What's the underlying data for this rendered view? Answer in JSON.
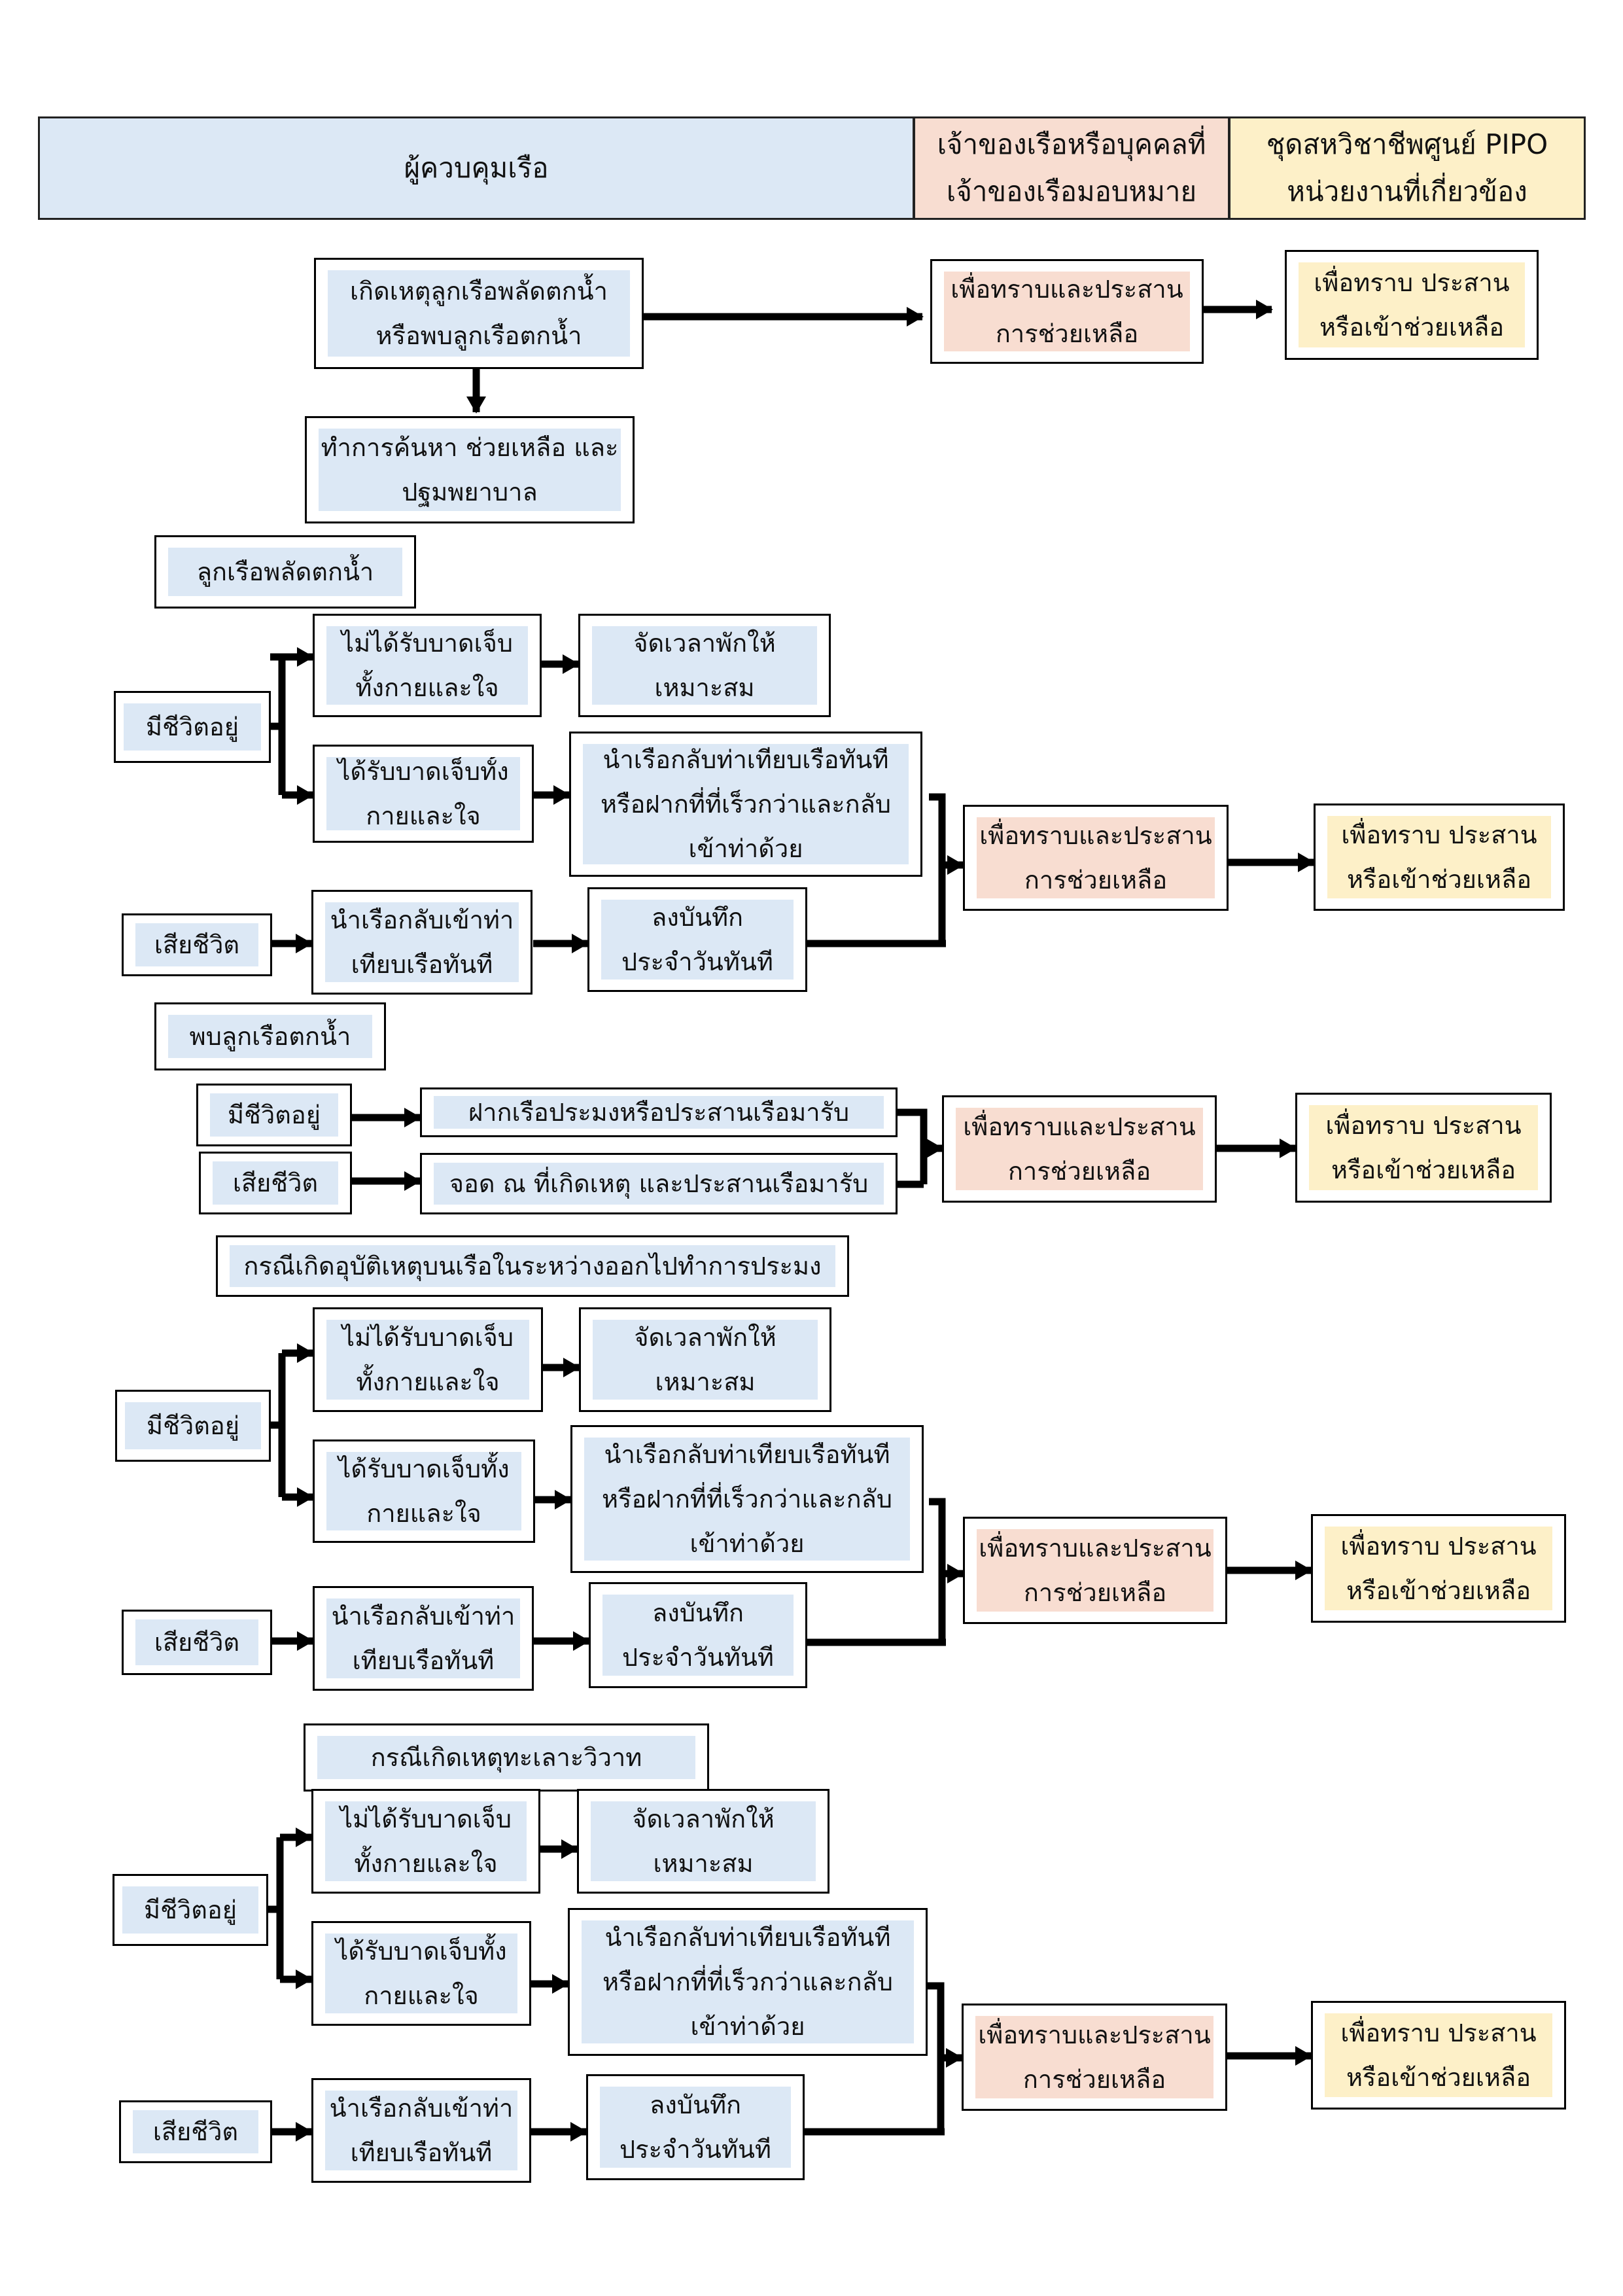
{
  "colors": {
    "blue": "#dce8f5",
    "pink": "#f8ddd1",
    "yellow": "#fdf0c8",
    "header_blue": "#dce8f5",
    "header_pink": "#f8ddd1",
    "header_yellow": "#fdf0c8"
  },
  "header": {
    "col1": "ผู้ควบคุมเรือ",
    "col2": [
      "เจ้าของเรือหรือบุคคลที่",
      "เจ้าของเรือมอบหมาย"
    ],
    "col3": [
      "ชุดสหวิชาชีพศูนย์ PIPO",
      "หน่วยงานที่เกี่ยวข้อง"
    ]
  },
  "top": {
    "incident": [
      "เกิดเหตุลูกเรือพลัดตกน้ำ",
      "หรือพบลูกเรือตกน้ำ"
    ],
    "search": [
      "ทำการค้นหา ช่วยเหลือ และ",
      "ปฐมพยาบาล"
    ],
    "owner": [
      "เพื่อทราบและประสาน",
      "การช่วยเหลือ"
    ],
    "agency": [
      "เพื่อทราบ ประสาน",
      "หรือเข้าช่วยเหลือ"
    ]
  },
  "sec1": {
    "title": "ลูกเรือพลัดตกน้ำ",
    "alive": "มีชีวิตอยู่",
    "dead": "เสียชีวิต",
    "no_injury": [
      "ไม่ได้รับบาดเจ็บ",
      "ทั้งกายและใจ"
    ],
    "rest": [
      "จัดเวลาพักให้",
      "เหมาะสม"
    ],
    "injured": [
      "ได้รับบาดเจ็บทั้ง",
      "กายและใจ"
    ],
    "return_port": [
      "นำเรือกลับท่าเทียบเรือทันที",
      "หรือฝากที่ที่เร็วกว่าและกลับ",
      "เข้าท่าด้วย"
    ],
    "return_dead": [
      "นำเรือกลับเข้าท่า",
      "เทียบเรือทันที"
    ],
    "log": [
      "ลงบันทึก",
      "ประจำวันทันที"
    ],
    "owner": [
      "เพื่อทราบและประสาน",
      "การช่วยเหลือ"
    ],
    "agency": [
      "เพื่อทราบ ประสาน",
      "หรือเข้าช่วยเหลือ"
    ]
  },
  "sec2": {
    "title": "พบลูกเรือตกน้ำ",
    "alive": "มีชีวิตอยู่",
    "dead": "เสียชีวิต",
    "alive_action": "ฝากเรือประมงหรือประสานเรือมารับ",
    "dead_action": "จอด ณ ที่เกิดเหตุ และประสานเรือมารับ",
    "owner": [
      "เพื่อทราบและประสาน",
      "การช่วยเหลือ"
    ],
    "agency": [
      "เพื่อทราบ ประสาน",
      "หรือเข้าช่วยเหลือ"
    ]
  },
  "sec3": {
    "title": "กรณีเกิดอุบัติเหตุบนเรือในระหว่างออกไปทำการประมง",
    "alive": "มีชีวิตอยู่",
    "dead": "เสียชีวิต",
    "no_injury": [
      "ไม่ได้รับบาดเจ็บ",
      "ทั้งกายและใจ"
    ],
    "rest": [
      "จัดเวลาพักให้",
      "เหมาะสม"
    ],
    "injured": [
      "ได้รับบาดเจ็บทั้ง",
      "กายและใจ"
    ],
    "return_port": [
      "นำเรือกลับท่าเทียบเรือทันที",
      "หรือฝากที่ที่เร็วกว่าและกลับ",
      "เข้าท่าด้วย"
    ],
    "return_dead": [
      "นำเรือกลับเข้าท่า",
      "เทียบเรือทันที"
    ],
    "log": [
      "ลงบันทึก",
      "ประจำวันทันที"
    ],
    "owner": [
      "เพื่อทราบและประสาน",
      "การช่วยเหลือ"
    ],
    "agency": [
      "เพื่อทราบ ประสาน",
      "หรือเข้าช่วยเหลือ"
    ]
  },
  "sec4": {
    "title": "กรณีเกิดเหตุทะเลาะวิวาท",
    "alive": "มีชีวิตอยู่",
    "dead": "เสียชีวิต",
    "no_injury": [
      "ไม่ได้รับบาดเจ็บ",
      "ทั้งกายและใจ"
    ],
    "rest": [
      "จัดเวลาพักให้",
      "เหมาะสม"
    ],
    "injured": [
      "ได้รับบาดเจ็บทั้ง",
      "กายและใจ"
    ],
    "return_port": [
      "นำเรือกลับท่าเทียบเรือทันที",
      "หรือฝากที่ที่เร็วกว่าและกลับ",
      "เข้าท่าด้วย"
    ],
    "return_dead": [
      "นำเรือกลับเข้าท่า",
      "เทียบเรือทันที"
    ],
    "log": [
      "ลงบันทึก",
      "ประจำวันทันที"
    ],
    "owner": [
      "เพื่อทราบและประสาน",
      "การช่วยเหลือ"
    ],
    "agency": [
      "เพื่อทราบ ประสาน",
      "หรือเข้าช่วยเหลือ"
    ]
  }
}
